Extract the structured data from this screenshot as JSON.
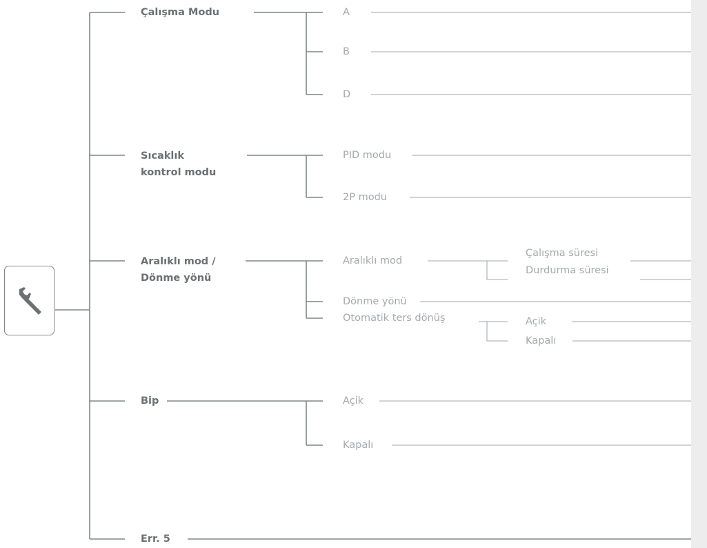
{
  "menu": [
    {
      "label": "Çalışma Modu",
      "options": [
        {
          "label": "A"
        },
        {
          "label": "B"
        },
        {
          "label": "D"
        }
      ]
    },
    {
      "label": "Sıcaklık\nkontrol modu",
      "options": [
        {
          "label": "PID modu"
        },
        {
          "label": "2P modu"
        }
      ]
    },
    {
      "label": "Aralıklı mod /\nDönme yönü",
      "options": [
        {
          "label": "Aralıklı mod",
          "options": [
            {
              "label": "Çalışma süresi"
            },
            {
              "label": "Durdurma süresi"
            }
          ]
        },
        {
          "label": "Dönme yönü"
        },
        {
          "label": "Otomatik ters dönüş",
          "options": [
            {
              "label": "Açik"
            },
            {
              "label": "Kapalı"
            }
          ]
        }
      ]
    },
    {
      "label": "Bip",
      "options": [
        {
          "label": "Açik"
        },
        {
          "label": "Kapalı"
        }
      ]
    },
    {
      "label": "Err. 5"
    }
  ],
  "root_icon": "wrench-icon",
  "colors": {
    "level1": "#6a7074",
    "level2": "#a4a9ad",
    "line": "#7f8589",
    "subline": "#b4b9bc",
    "band": "#ededed"
  }
}
